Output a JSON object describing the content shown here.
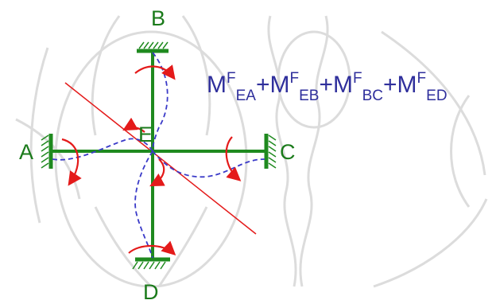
{
  "diagram": {
    "nodes": {
      "A": "A",
      "B": "B",
      "C": "C",
      "D": "D",
      "E": "E"
    },
    "formula": {
      "terms": [
        {
          "plus": "",
          "letter": "M",
          "sup": "F",
          "sub": "EA"
        },
        {
          "plus": "+",
          "letter": "M",
          "sup": "F",
          "sub": "EB"
        },
        {
          "plus": "+",
          "letter": "M",
          "sup": "F",
          "sub": "BC"
        },
        {
          "plus": "+",
          "letter": "M",
          "sup": "F",
          "sub": "ED"
        }
      ]
    },
    "colors": {
      "member": "#1f8a1f",
      "label": "#1a7a1a",
      "moment_arrow": "#e41a1a",
      "deflection": "#3a3ac8",
      "formula": "#2f2f9c",
      "watermark": "#d9d9d9"
    }
  }
}
